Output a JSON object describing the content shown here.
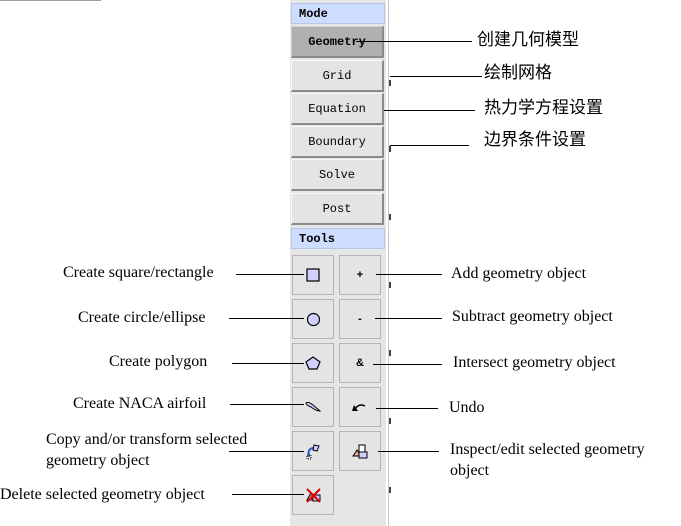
{
  "panel": {
    "mode_header": "Mode",
    "tools_header": "Tools",
    "mode_buttons": [
      {
        "label": "Geometry",
        "active": true
      },
      {
        "label": "Grid",
        "active": false
      },
      {
        "label": "Equation",
        "active": false
      },
      {
        "label": "Boundary",
        "active": false
      },
      {
        "label": "Solve",
        "active": false
      },
      {
        "label": "Post",
        "active": false
      }
    ],
    "tool_buttons": [
      {
        "name": "create-rectangle",
        "icon": "square-icon",
        "glyph": ""
      },
      {
        "name": "add-geometry",
        "icon": "plus-icon",
        "glyph": "+"
      },
      {
        "name": "create-ellipse",
        "icon": "circle-icon",
        "glyph": ""
      },
      {
        "name": "subtract-geometry",
        "icon": "minus-icon",
        "glyph": "-"
      },
      {
        "name": "create-polygon",
        "icon": "pentagon-icon",
        "glyph": ""
      },
      {
        "name": "intersect-geometry",
        "icon": "ampersand-icon",
        "glyph": "&"
      },
      {
        "name": "create-naca-airfoil",
        "icon": "airfoil-icon",
        "glyph": ""
      },
      {
        "name": "undo",
        "icon": "undo-arrow-icon",
        "glyph": ""
      },
      {
        "name": "copy-transform",
        "icon": "copy-transform-icon",
        "glyph": ""
      },
      {
        "name": "inspect-edit",
        "icon": "inspect-edit-icon",
        "glyph": ""
      },
      {
        "name": "delete-geometry",
        "icon": "delete-x-icon",
        "glyph": ""
      }
    ],
    "colors": {
      "header_bg": "#cddcff",
      "button_bg": "#e4e4e4",
      "active_button_bg": "#b0b0b0",
      "shape_fill": "#d0d0ff",
      "delete_red": "#e00000"
    }
  },
  "annotations": {
    "right_cn": [
      "创建几何模型",
      "绘制网格",
      "热力学方程设置",
      "边界条件设置"
    ],
    "left": [
      "Create square/rectangle",
      "Create circle/ellipse",
      "Create polygon",
      "Create NACA airfoil",
      "Copy and/or transform selected",
      "geometry object",
      "Delete selected geometry object"
    ],
    "right": [
      "Add geometry object",
      "Subtract geometry object",
      "Intersect geometry object",
      "Undo",
      "Inspect/edit selected geometry",
      "object"
    ]
  }
}
